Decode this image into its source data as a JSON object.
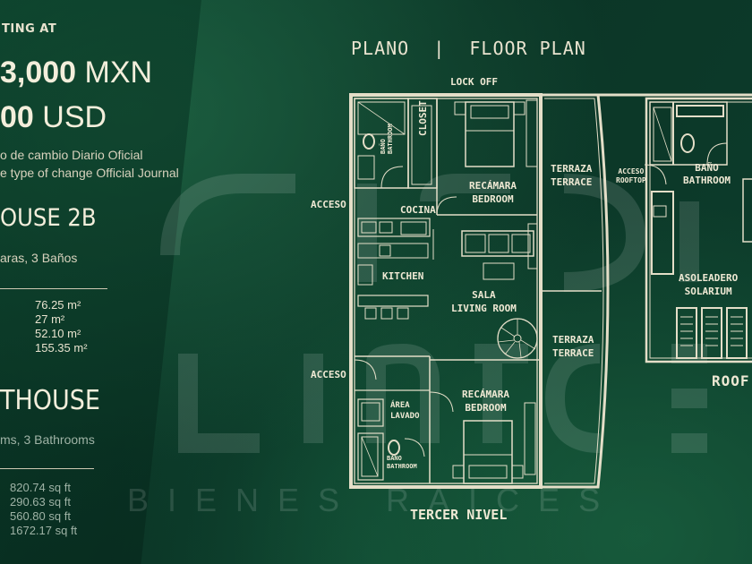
{
  "listing": {
    "starting_label": "TING AT",
    "price_mxn": "3,000",
    "price_mxn_unit": "MXN",
    "price_usd": "00",
    "price_usd_unit": "USD",
    "fx_note_es": "o de cambio Diario Oficial",
    "fx_note_en": "e type of change Official Journal"
  },
  "spanish": {
    "title": "OUSE 2B",
    "subtitle": "aras, 3 Baños",
    "areas": [
      "76.25 m²",
      "27 m²",
      "52.10 m²",
      "155.35 m²"
    ]
  },
  "english": {
    "title": "THOUSE",
    "subtitle": "ms, 3 Bathrooms",
    "areas": [
      "820.74 sq ft",
      "290.63 sq ft",
      "560.80 sq ft",
      "1672.17 sq ft"
    ]
  },
  "plan": {
    "title_es": "PLANO",
    "divider": "|",
    "title_en": "FLOOR PLAN",
    "lock_off": "LOCK OFF",
    "acceso": "ACCESO",
    "closet": "CLOSET",
    "bano": "BAÑO",
    "bathroom": "BATHROOM",
    "recamara": "RECÁMARA",
    "bedroom": "BEDROOM",
    "cocina": "COCINA",
    "kitchen": "KITCHEN",
    "sala": "SALA",
    "living_room": "LIVING ROOM",
    "area_lavado_1": "ÁREA",
    "area_lavado_2": "LAVADO",
    "terraza": "TERRAZA",
    "terrace": "TERRACE",
    "acceso_rooftop_1": "ACCESO",
    "acceso_rooftop_2": "ROOFTOP",
    "asoleadero": "ASOLEADERO",
    "solarium": "SOLARIUM",
    "roof": "ROOF",
    "level": "TERCER NIVEL"
  },
  "watermark": {
    "brand": "BIENES RAICES"
  }
}
